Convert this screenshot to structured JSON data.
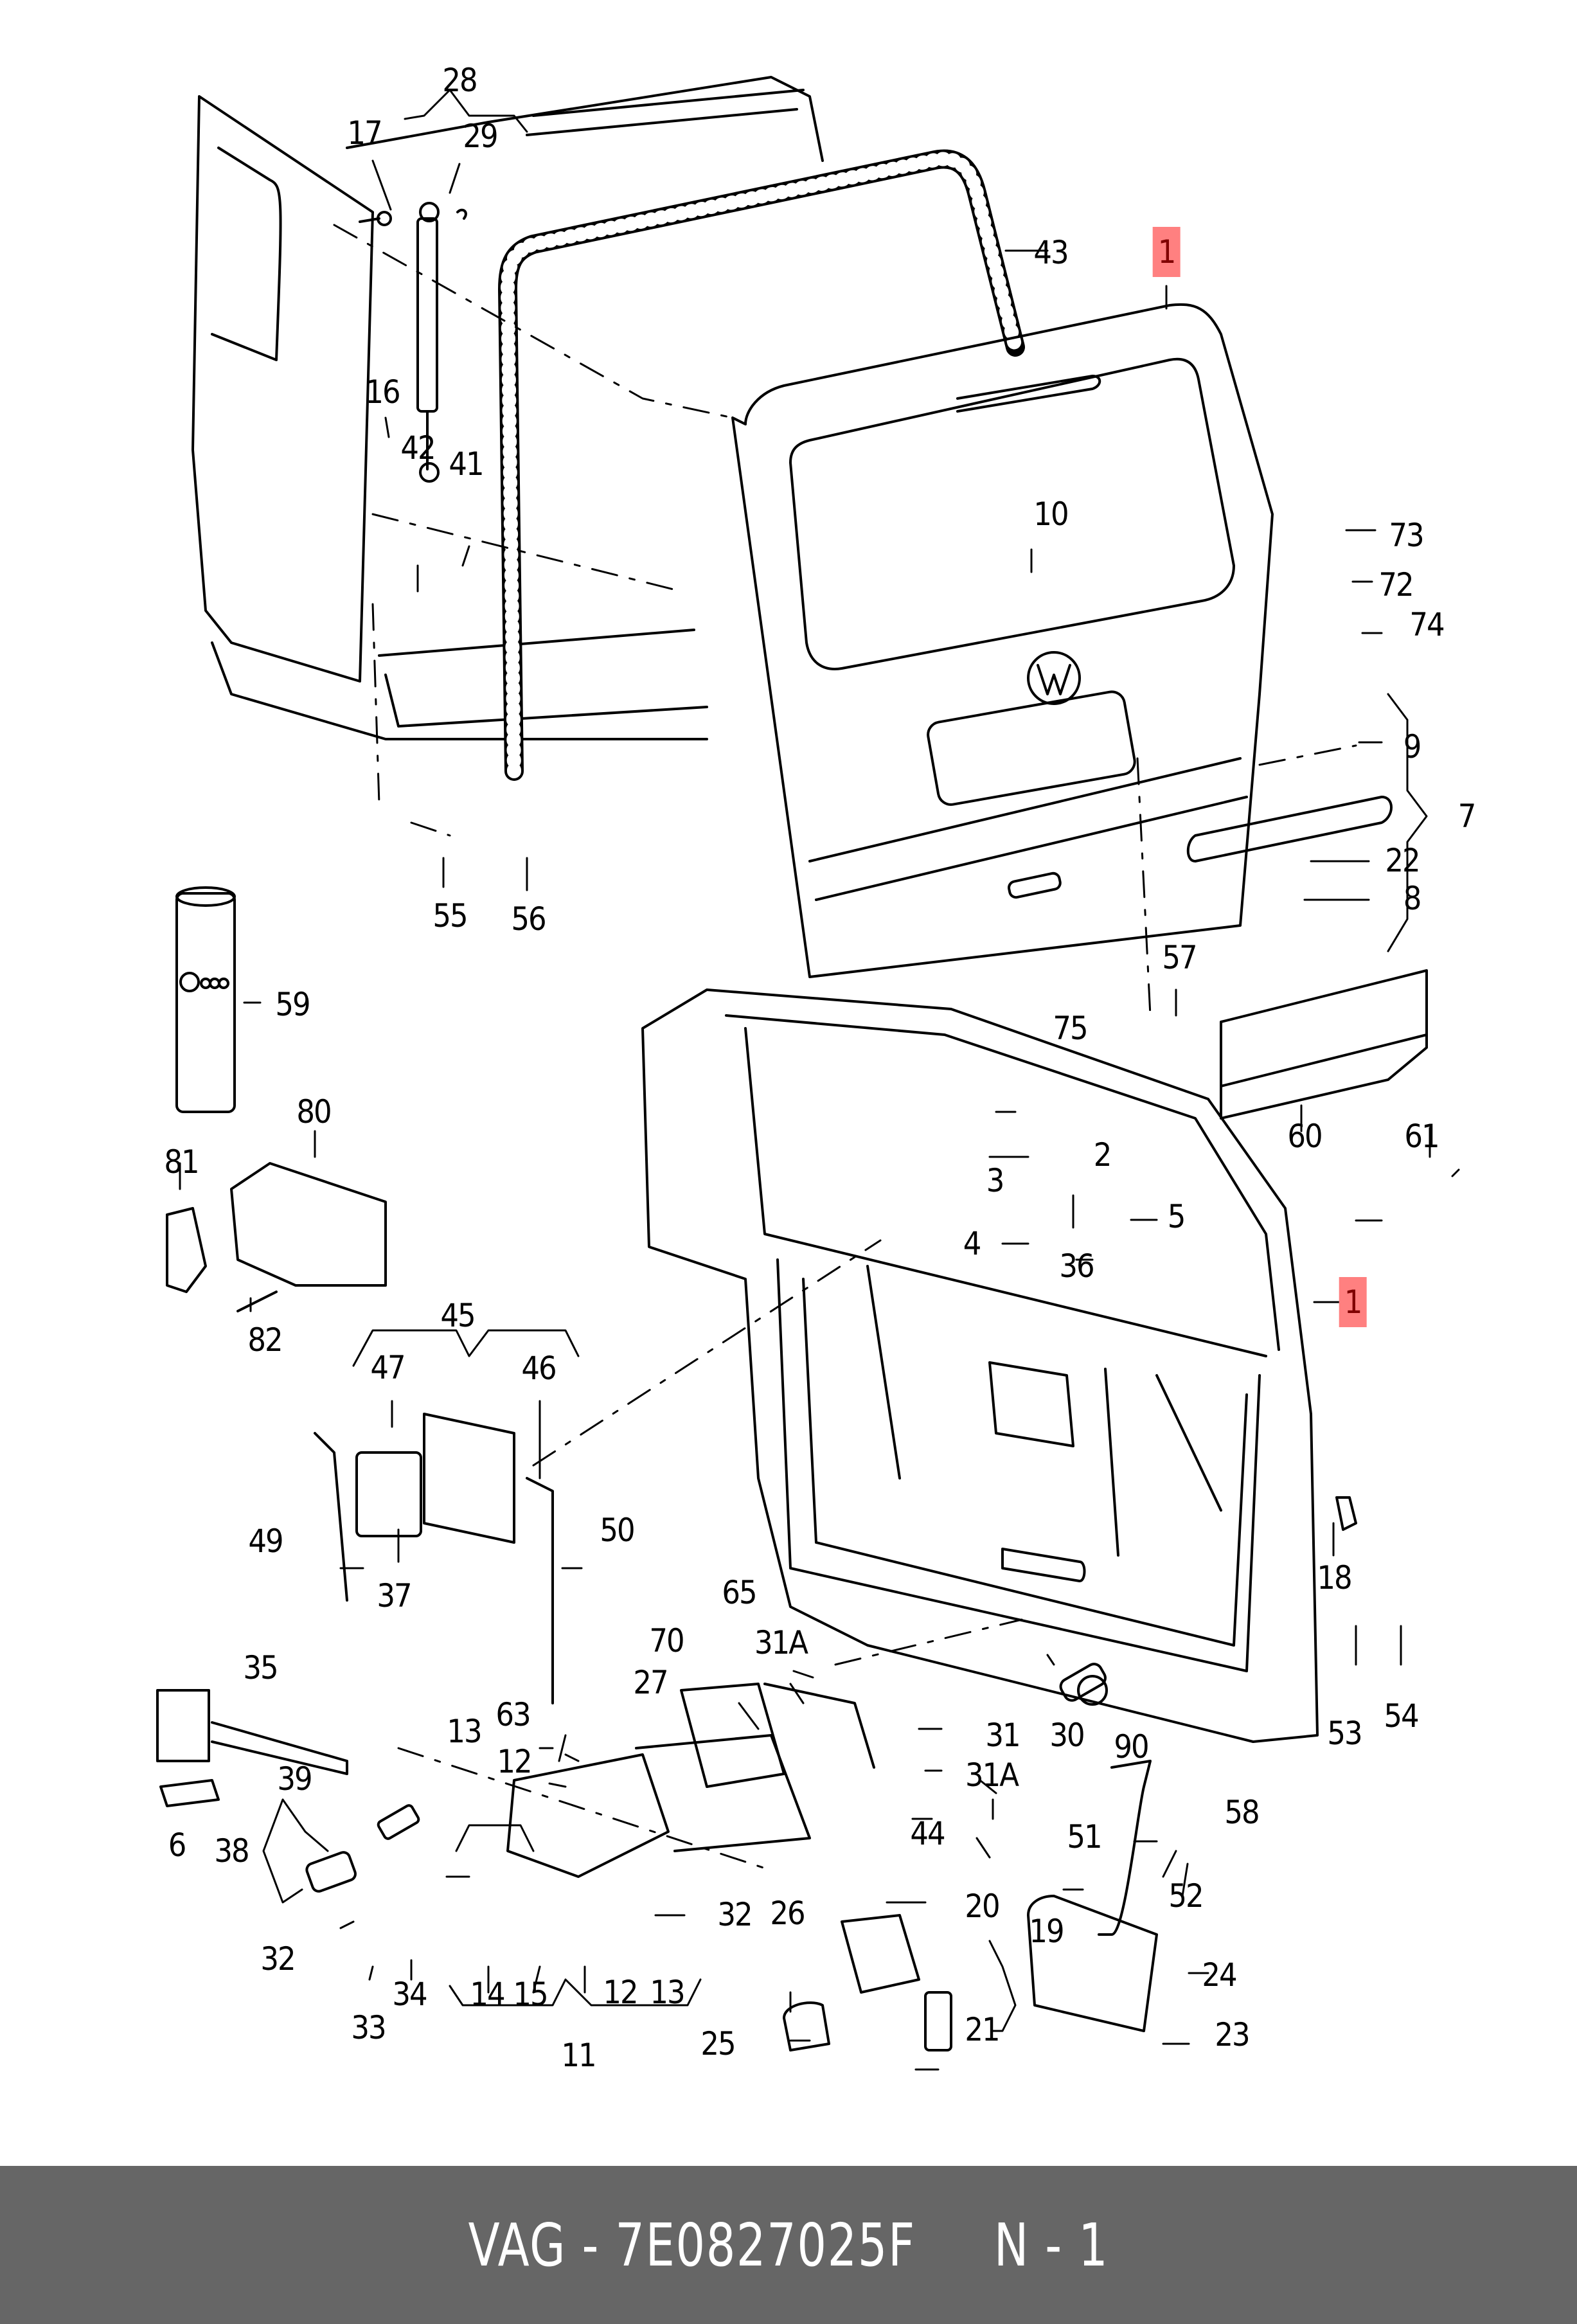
{
  "diagram": {
    "title": "Tailgate / rear lid exploded parts diagram",
    "highlight_color": "#ff8080",
    "highlight_text_color": "#800000",
    "line_color": "#000000",
    "callouts": [
      {
        "id": "c1a",
        "label": "1",
        "highlighted": true
      },
      {
        "id": "c1b",
        "label": "1",
        "highlighted": true
      },
      {
        "id": "c2",
        "label": "2"
      },
      {
        "id": "c3",
        "label": "3"
      },
      {
        "id": "c4",
        "label": "4"
      },
      {
        "id": "c5",
        "label": "5"
      },
      {
        "id": "c6",
        "label": "6"
      },
      {
        "id": "c7",
        "label": "7"
      },
      {
        "id": "c8",
        "label": "8"
      },
      {
        "id": "c9",
        "label": "9"
      },
      {
        "id": "c10",
        "label": "10"
      },
      {
        "id": "c11",
        "label": "11"
      },
      {
        "id": "c12a",
        "label": "12"
      },
      {
        "id": "c12b",
        "label": "12"
      },
      {
        "id": "c13a",
        "label": "13"
      },
      {
        "id": "c13b",
        "label": "13"
      },
      {
        "id": "c14",
        "label": "14"
      },
      {
        "id": "c15",
        "label": "15"
      },
      {
        "id": "c16",
        "label": "16"
      },
      {
        "id": "c17",
        "label": "17"
      },
      {
        "id": "c18",
        "label": "18"
      },
      {
        "id": "c19",
        "label": "19"
      },
      {
        "id": "c20",
        "label": "20"
      },
      {
        "id": "c21",
        "label": "21"
      },
      {
        "id": "c22",
        "label": "22"
      },
      {
        "id": "c23",
        "label": "23"
      },
      {
        "id": "c24",
        "label": "24"
      },
      {
        "id": "c25",
        "label": "25"
      },
      {
        "id": "c26",
        "label": "26"
      },
      {
        "id": "c27",
        "label": "27"
      },
      {
        "id": "c28",
        "label": "28"
      },
      {
        "id": "c29",
        "label": "29"
      },
      {
        "id": "c30",
        "label": "30"
      },
      {
        "id": "c31",
        "label": "31"
      },
      {
        "id": "c31a1",
        "label": "31A"
      },
      {
        "id": "c31a2",
        "label": "31A"
      },
      {
        "id": "c32a",
        "label": "32"
      },
      {
        "id": "c32b",
        "label": "32"
      },
      {
        "id": "c33",
        "label": "33"
      },
      {
        "id": "c34",
        "label": "34"
      },
      {
        "id": "c35",
        "label": "35"
      },
      {
        "id": "c36",
        "label": "36"
      },
      {
        "id": "c37",
        "label": "37"
      },
      {
        "id": "c38",
        "label": "38"
      },
      {
        "id": "c39",
        "label": "39"
      },
      {
        "id": "c41",
        "label": "41"
      },
      {
        "id": "c42",
        "label": "42"
      },
      {
        "id": "c43",
        "label": "43"
      },
      {
        "id": "c44",
        "label": "44"
      },
      {
        "id": "c45",
        "label": "45"
      },
      {
        "id": "c46",
        "label": "46"
      },
      {
        "id": "c47",
        "label": "47"
      },
      {
        "id": "c49",
        "label": "49"
      },
      {
        "id": "c50",
        "label": "50"
      },
      {
        "id": "c51",
        "label": "51"
      },
      {
        "id": "c52",
        "label": "52"
      },
      {
        "id": "c53",
        "label": "53"
      },
      {
        "id": "c54",
        "label": "54"
      },
      {
        "id": "c55",
        "label": "55"
      },
      {
        "id": "c56",
        "label": "56"
      },
      {
        "id": "c57",
        "label": "57"
      },
      {
        "id": "c58",
        "label": "58"
      },
      {
        "id": "c59",
        "label": "59"
      },
      {
        "id": "c60",
        "label": "60"
      },
      {
        "id": "c61",
        "label": "61"
      },
      {
        "id": "c63",
        "label": "63"
      },
      {
        "id": "c65",
        "label": "65"
      },
      {
        "id": "c70",
        "label": "70"
      },
      {
        "id": "c72",
        "label": "72"
      },
      {
        "id": "c73",
        "label": "73"
      },
      {
        "id": "c74",
        "label": "74"
      },
      {
        "id": "c75",
        "label": "75"
      },
      {
        "id": "c80",
        "label": "80"
      },
      {
        "id": "c81",
        "label": "81"
      },
      {
        "id": "c82",
        "label": "82"
      },
      {
        "id": "c90",
        "label": "90"
      }
    ]
  },
  "footer": {
    "brand": "VAG",
    "part_number": "7E0827025F",
    "position": "N - 1",
    "text": "VAG - 7E0827025F     N - 1"
  }
}
